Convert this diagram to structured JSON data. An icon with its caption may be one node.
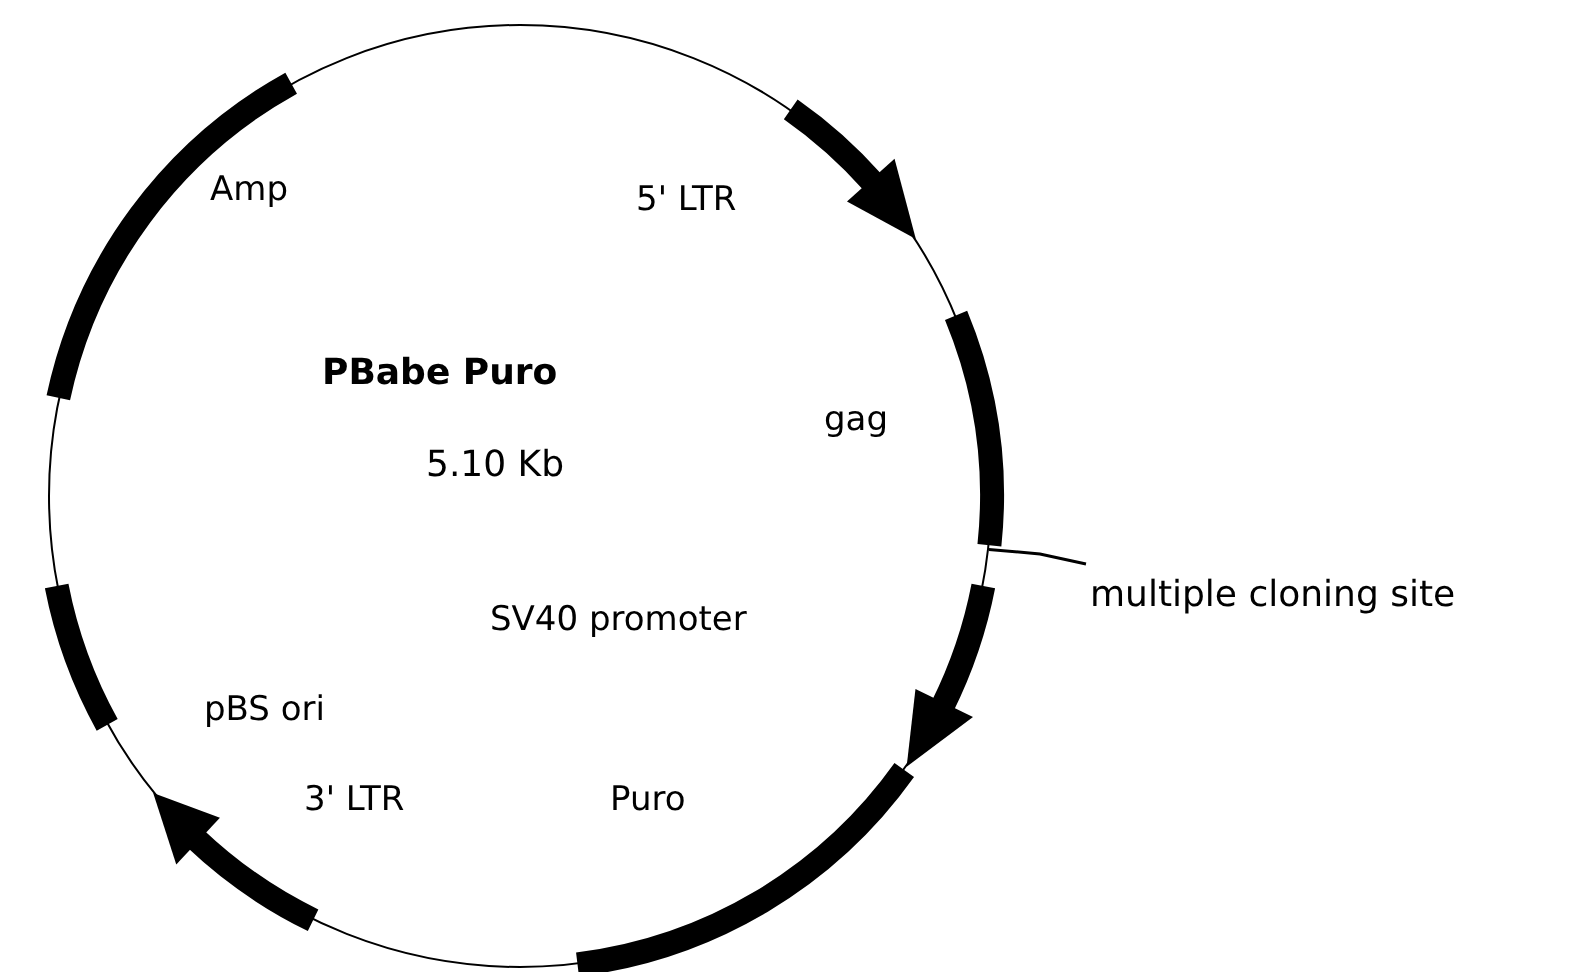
{
  "diagram": {
    "nodes": [
      {
        "text": [
          "PBabe Puro",
          "5.10 Kb"
        ]
      },
      {
        "text": [
          "multiple cloning site"
        ]
      }
    ],
    "edges": [
      {
        "from": 1,
        "to": 0,
        "arrow": "none"
      }
    ],
    "labels": [
      "Amp",
      "5' LTR",
      "gag",
      "SV40 promoter",
      "pBS ori",
      "3' LTR",
      "Puro"
    ]
  }
}
